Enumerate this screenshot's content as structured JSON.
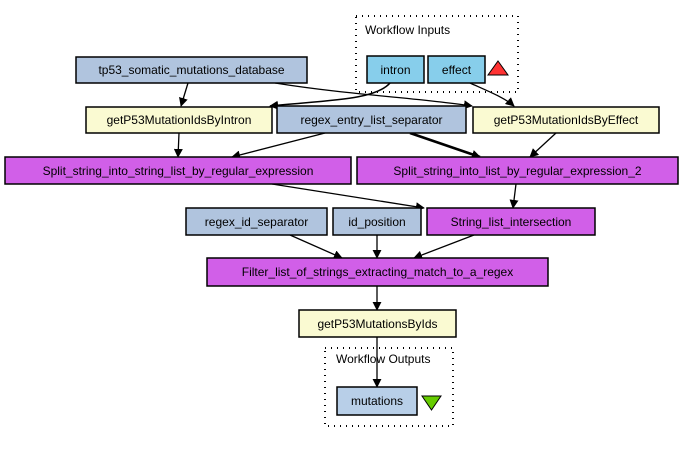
{
  "colors": {
    "processor_input": "#b0c4de",
    "workflow_input": "#87ceeb",
    "service": "#fafad2",
    "beanshell": "#d15fe8",
    "workflow_output": "#b8cfe8",
    "input_triangle": "#ff3333",
    "output_triangle": "#66cc00",
    "stroke": "#000000",
    "background": "#ffffff"
  },
  "clusters": {
    "inputs": {
      "label": "Workflow Inputs"
    },
    "outputs": {
      "label": "Workflow Outputs"
    }
  },
  "nodes": {
    "tp53_db": {
      "label": "tp53_somatic_mutations_database",
      "kind": "processor_input"
    },
    "intron": {
      "label": "intron",
      "kind": "workflow_input"
    },
    "effect": {
      "label": "effect",
      "kind": "workflow_input"
    },
    "by_intron": {
      "label": "getP53MutationIdsByIntron",
      "kind": "service"
    },
    "regex_entry": {
      "label": "regex_entry_list_separator",
      "kind": "processor_input"
    },
    "by_effect": {
      "label": "getP53MutationIdsByEffect",
      "kind": "service"
    },
    "split1": {
      "label": "Split_string_into_string_list_by_regular_expression",
      "kind": "beanshell"
    },
    "split2": {
      "label": "Split_string_into_list_by_regular_expression_2",
      "kind": "beanshell"
    },
    "regex_id": {
      "label": "regex_id_separator",
      "kind": "processor_input"
    },
    "id_position": {
      "label": "id_position",
      "kind": "processor_input"
    },
    "intersection": {
      "label": "String_list_intersection",
      "kind": "beanshell"
    },
    "filter": {
      "label": "Filter_list_of_strings_extracting_match_to_a_regex",
      "kind": "beanshell"
    },
    "by_ids": {
      "label": "getP53MutationsByIds",
      "kind": "service"
    },
    "mutations": {
      "label": "mutations",
      "kind": "workflow_output"
    }
  },
  "edges": [
    {
      "from": "tp53_db",
      "to": "by_intron"
    },
    {
      "from": "tp53_db",
      "to": "by_effect"
    },
    {
      "from": "intron",
      "to": "by_intron"
    },
    {
      "from": "effect",
      "to": "by_effect"
    },
    {
      "from": "by_intron",
      "to": "split1"
    },
    {
      "from": "regex_entry",
      "to": "split1"
    },
    {
      "from": "regex_entry",
      "to": "split2"
    },
    {
      "from": "by_effect",
      "to": "split2"
    },
    {
      "from": "split1",
      "to": "intersection"
    },
    {
      "from": "split2",
      "to": "intersection"
    },
    {
      "from": "regex_id",
      "to": "filter"
    },
    {
      "from": "id_position",
      "to": "filter"
    },
    {
      "from": "intersection",
      "to": "filter"
    },
    {
      "from": "filter",
      "to": "by_ids"
    },
    {
      "from": "by_ids",
      "to": "mutations"
    }
  ]
}
